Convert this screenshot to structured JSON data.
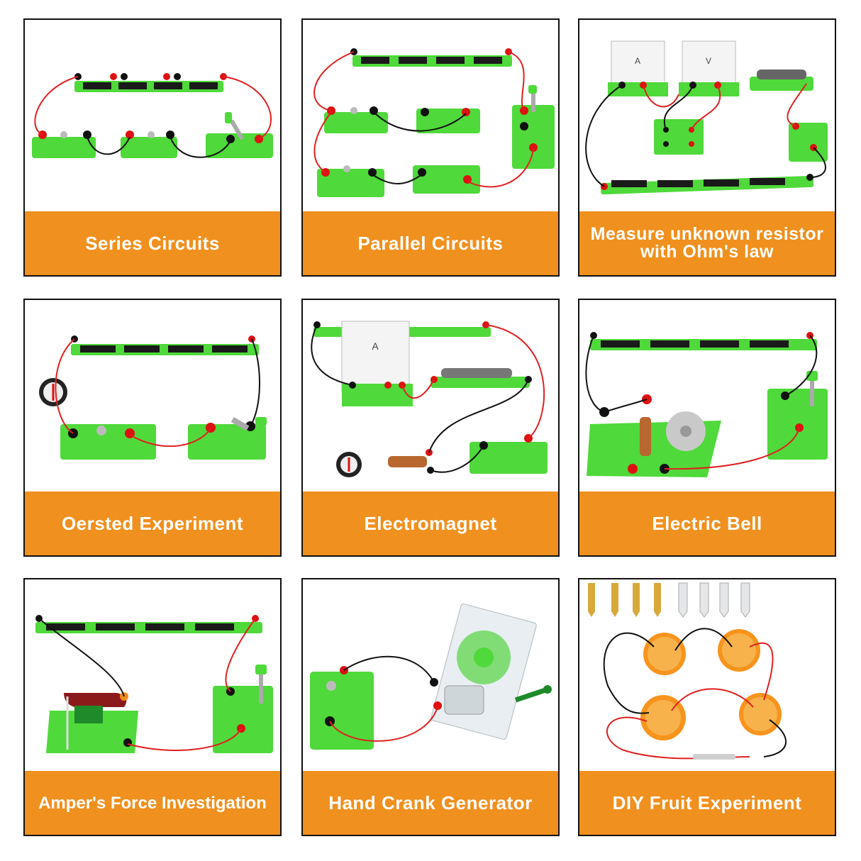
{
  "panels": [
    {
      "id": "series",
      "caption": "Series Circuits"
    },
    {
      "id": "parallel",
      "caption": "Parallel Circuits"
    },
    {
      "id": "ohm",
      "caption": "Measure unknown resistor with Ohm's law"
    },
    {
      "id": "oersted",
      "caption": "Oersted Experiment"
    },
    {
      "id": "electromagnet",
      "caption": "Electromagnet"
    },
    {
      "id": "bell",
      "caption": "Electric Bell"
    },
    {
      "id": "ampere",
      "caption": "Amper's Force Investigation"
    },
    {
      "id": "generator",
      "caption": "Hand Crank Generator"
    },
    {
      "id": "fruit",
      "caption": "DIY Fruit Experiment"
    }
  ],
  "meter_labels": {
    "ammeter": "A",
    "voltmeter": "V"
  },
  "colors": {
    "caption_bg": "#f0901e",
    "board_green": "#4fd93a",
    "wire_red": "#e02020",
    "wire_black": "#111111",
    "orange_fruit": "#f7941d"
  }
}
